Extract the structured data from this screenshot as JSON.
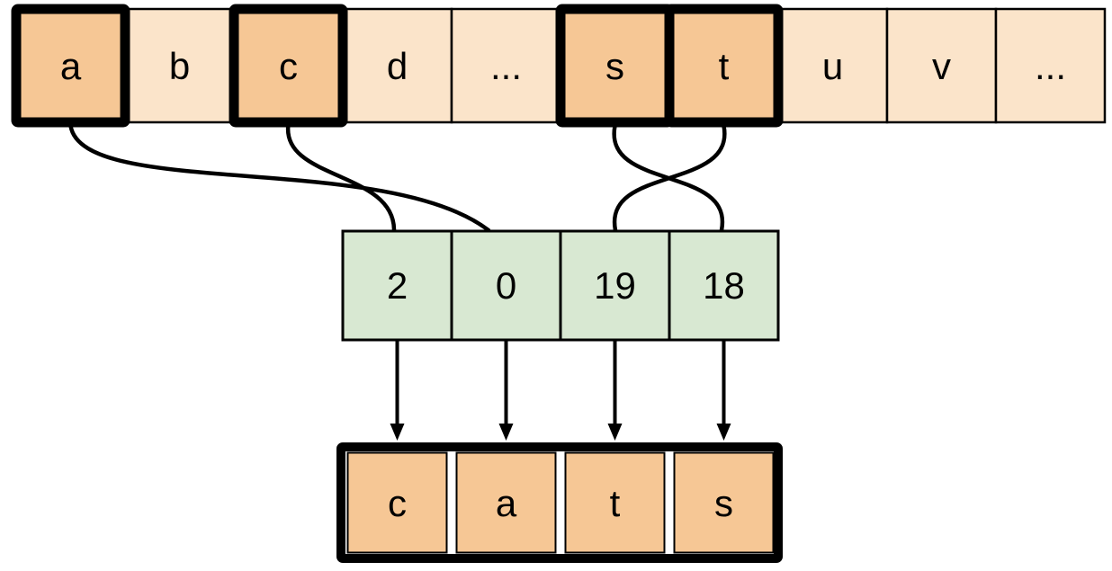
{
  "colors": {
    "background": "#FFFFFF",
    "stroke": "#000000",
    "alphabet_fill": "#FBE4CA",
    "highlight_fill": "#F6C795",
    "index_fill": "#D8E8D2"
  },
  "alphabet_row": {
    "cells": [
      {
        "label": "a",
        "highlighted": true
      },
      {
        "label": "b",
        "highlighted": false
      },
      {
        "label": "c",
        "highlighted": true
      },
      {
        "label": "d",
        "highlighted": false
      },
      {
        "label": "...",
        "highlighted": false
      },
      {
        "label": "s",
        "highlighted": true
      },
      {
        "label": "t",
        "highlighted": true
      },
      {
        "label": "u",
        "highlighted": false
      },
      {
        "label": "v",
        "highlighted": false
      },
      {
        "label": "...",
        "highlighted": false
      }
    ]
  },
  "index_row": {
    "values": [
      "2",
      "0",
      "19",
      "18"
    ]
  },
  "output_row": {
    "letters": [
      "c",
      "a",
      "t",
      "s"
    ]
  },
  "connections": [
    {
      "from_letter": "a",
      "to_index": "0"
    },
    {
      "from_letter": "c",
      "to_index": "2"
    },
    {
      "from_letter": "s",
      "to_index": "18"
    },
    {
      "from_letter": "t",
      "to_index": "19"
    }
  ]
}
